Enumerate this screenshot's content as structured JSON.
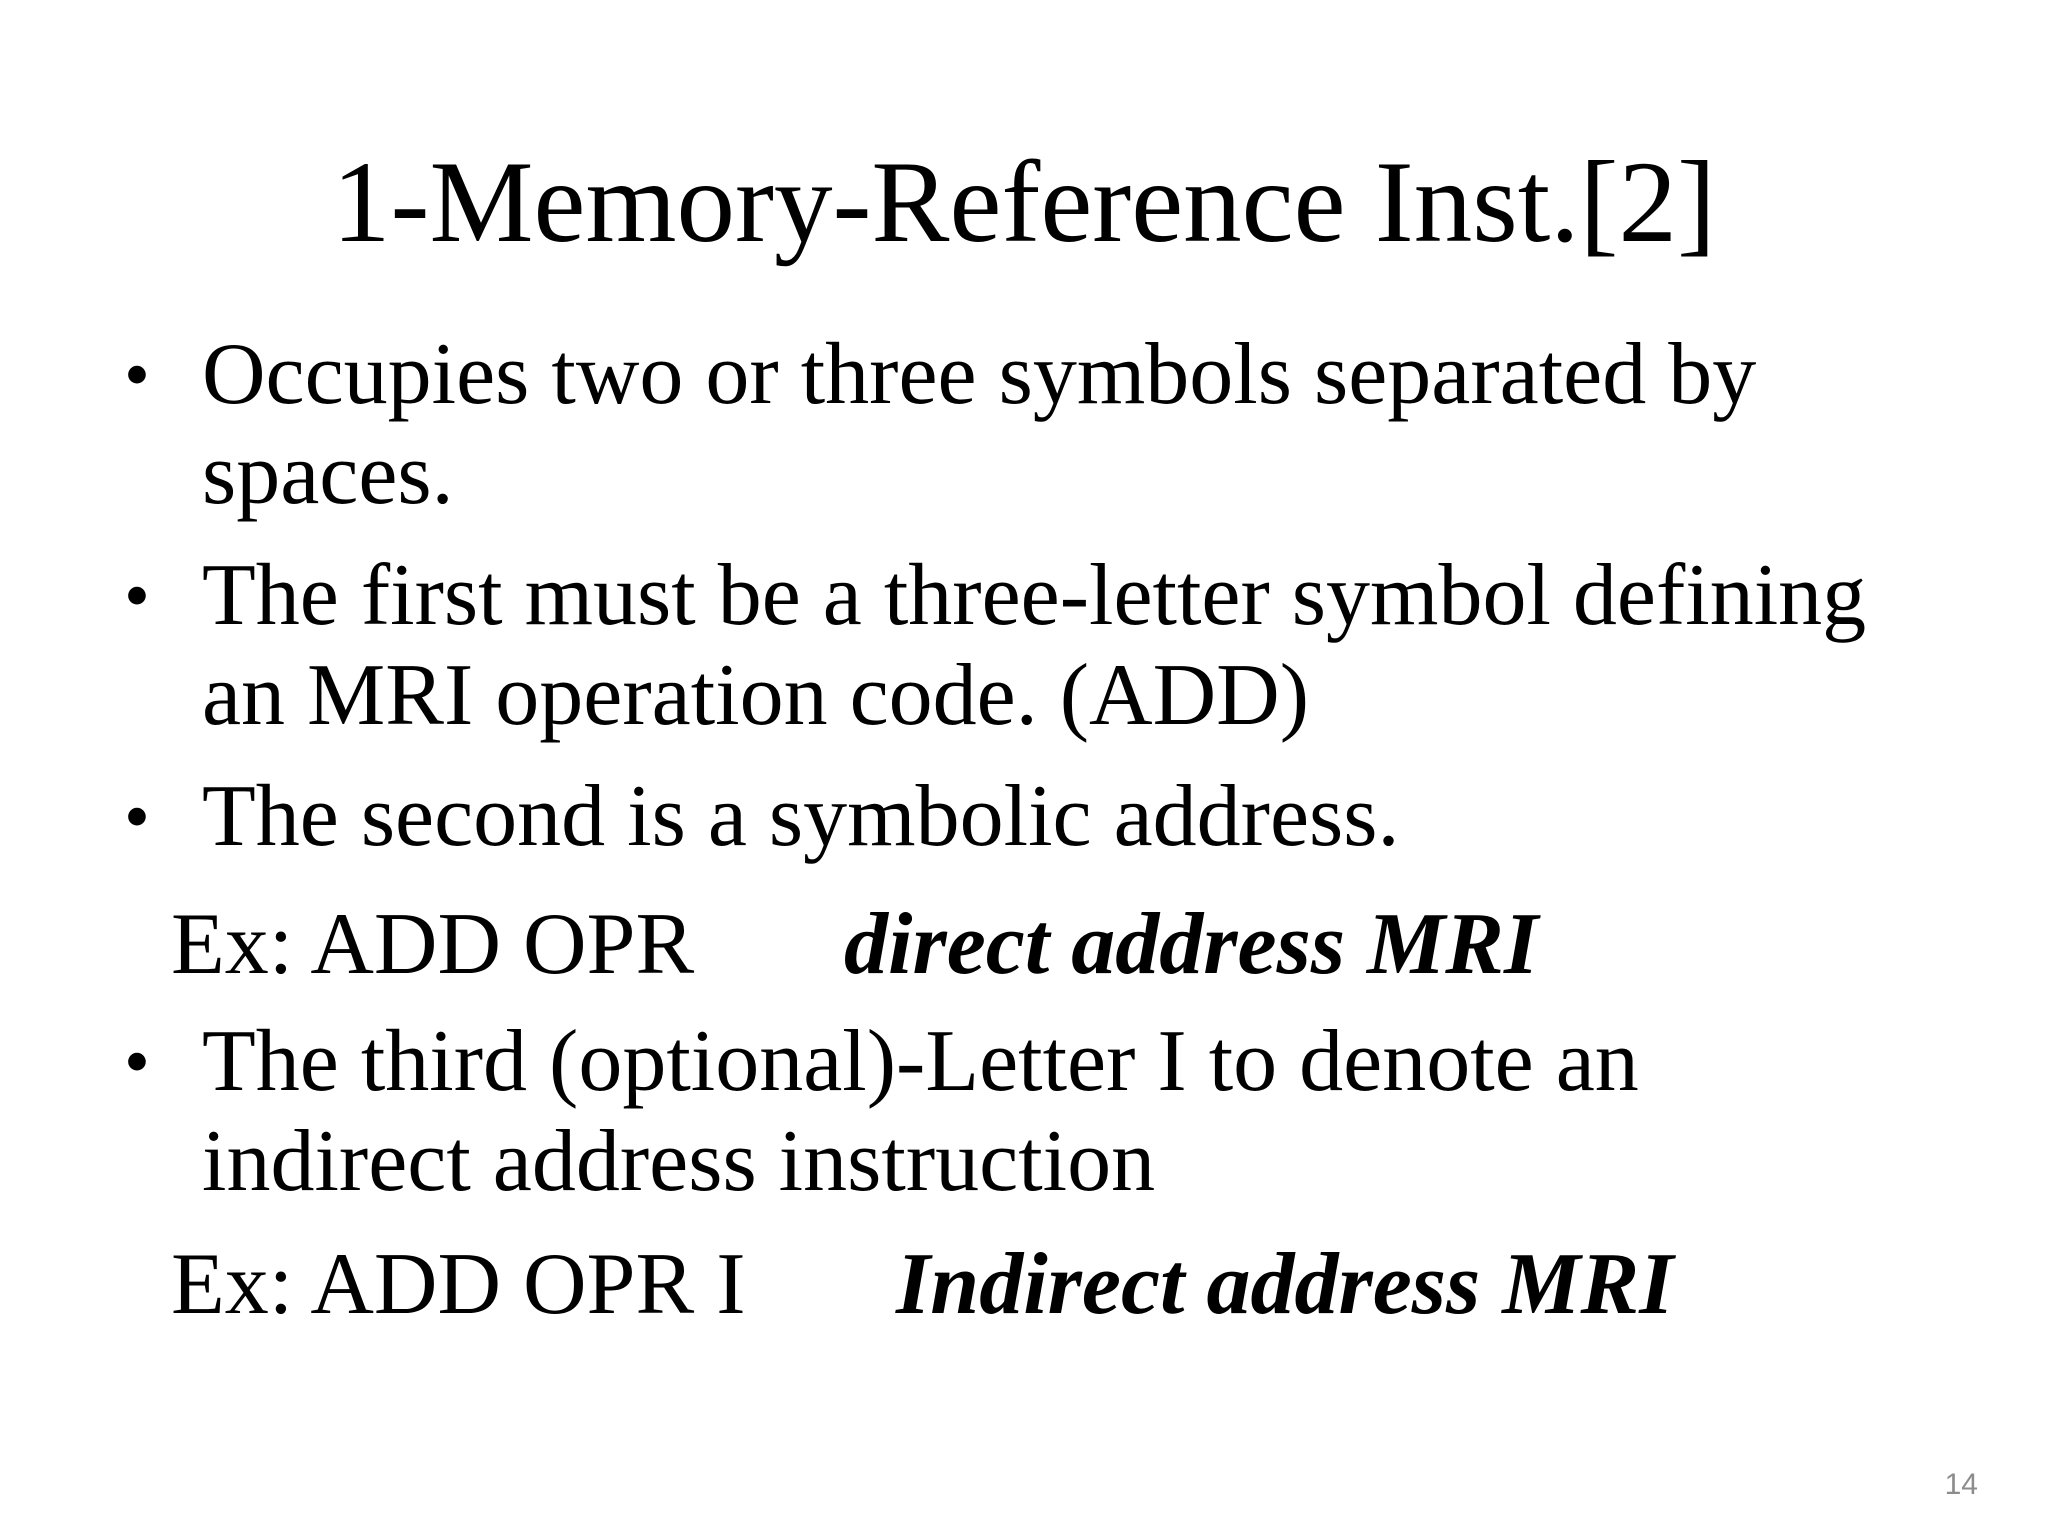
{
  "slide": {
    "title": "1-Memory-Reference Inst.[2]",
    "bullet_symbol": "•",
    "bullets": [
      {
        "lines": [
          "Occupies two or three symbols separated by",
          "spaces."
        ]
      },
      {
        "lines": [
          "The first must be a three-letter symbol defining",
          "an MRI operation code. (ADD)"
        ]
      },
      {
        "lines": [
          "The second is a symbolic address."
        ]
      },
      {
        "lines": [
          "The third (optional)-Letter I to denote an",
          "indirect address instruction"
        ]
      }
    ],
    "examples": [
      {
        "code": "Ex: ADD OPR",
        "meaning": "direct address MRI"
      },
      {
        "code": "Ex: ADD OPR  I",
        "meaning": "Indirect address MRI"
      }
    ],
    "page_number": "14"
  }
}
